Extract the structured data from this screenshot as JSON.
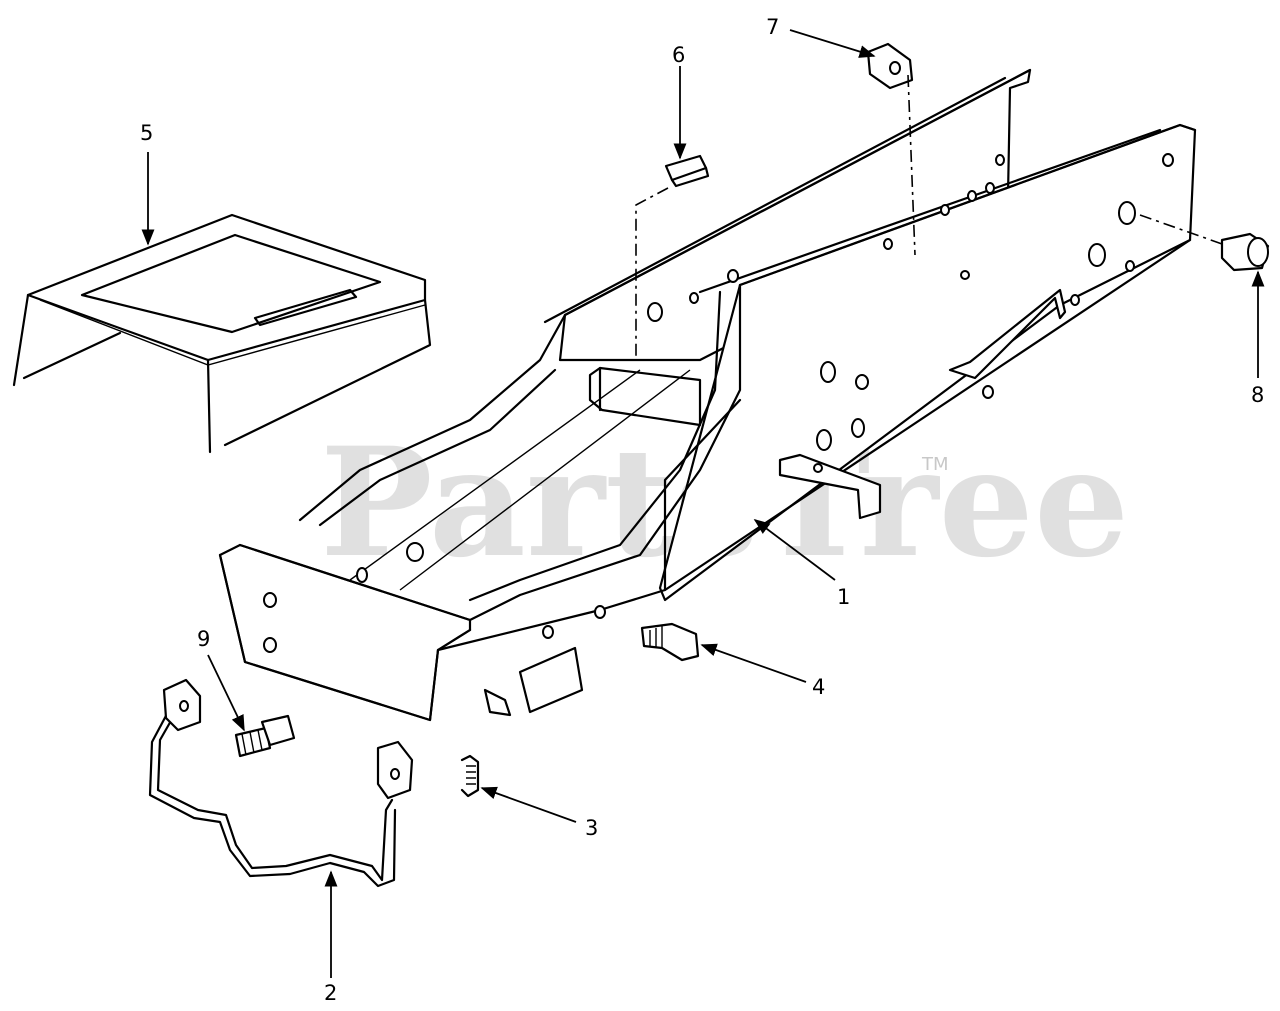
{
  "watermark": {
    "text": "PartsTree",
    "trademark": "TM"
  },
  "callouts": {
    "c1": "1",
    "c2": "2",
    "c3": "3",
    "c4": "4",
    "c5": "5",
    "c6": "6",
    "c7": "7",
    "c8": "8",
    "c9": "9"
  }
}
